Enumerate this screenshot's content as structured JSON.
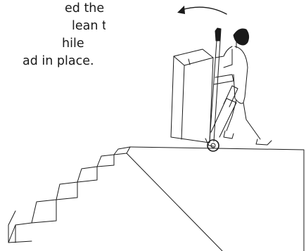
{
  "instruction": {
    "lines": [
      "ed the edge",
      "lean the",
      "hile",
      "ad in place."
    ]
  },
  "illustration": {
    "subject": "person tilting hand truck with box at top of stairs",
    "stroke_color": "#1a1a1a",
    "arrow_icon": "curved-arrow-left"
  }
}
